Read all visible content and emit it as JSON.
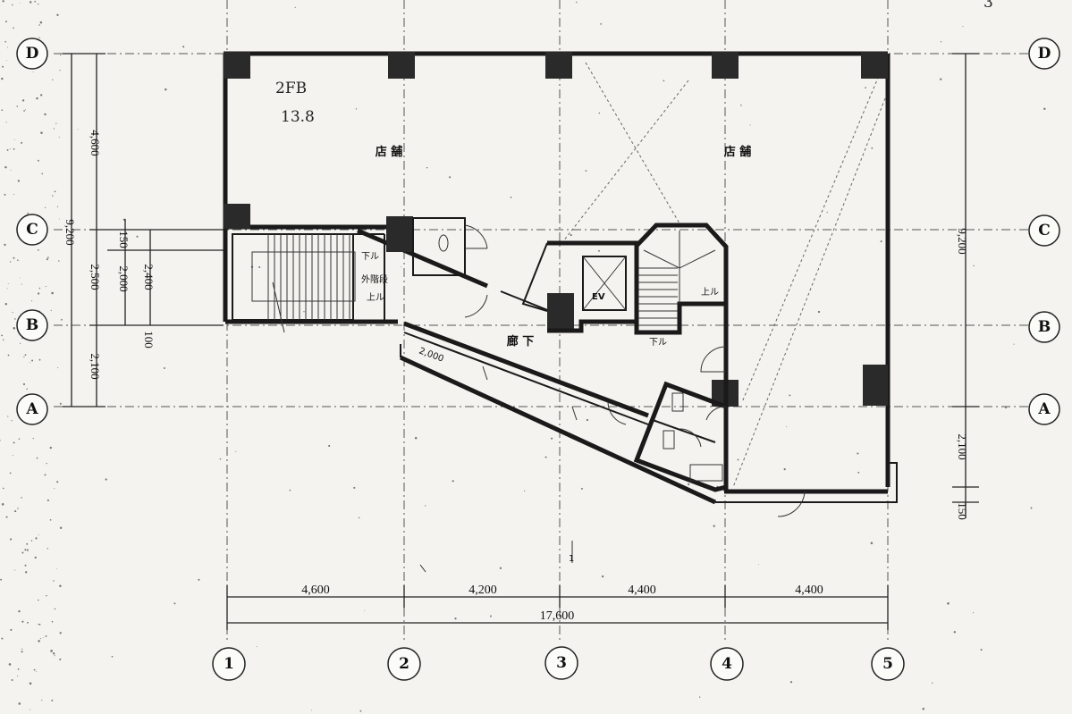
{
  "grid_rows": [
    "D",
    "C",
    "B",
    "A"
  ],
  "grid_cols": [
    "1",
    "2",
    "3",
    "4",
    "5"
  ],
  "dimensions_bottom": [
    "4,600",
    "4,200",
    "4,400",
    "4,400"
  ],
  "dimension_total": "17,600",
  "dimensions_left": [
    "4,600",
    "2,500",
    "2,100"
  ],
  "dimensions_left_inner": [
    "2,000",
    "150",
    "2,400",
    "100"
  ],
  "dimensions_right": [
    "9,200",
    "2,100",
    "150"
  ],
  "dimension_corridor": "2,000",
  "rooms": {
    "shop_left": "店 舗",
    "shop_right": "店 舗",
    "corridor": "廊 下",
    "outer_stair": "外階段",
    "elevator": "EV",
    "stair_down_1": "下ル",
    "stair_up": "上ル",
    "stair_down_2": "下ル",
    "stair_up_2": "上ル"
  },
  "annotation": {
    "floor": "2FB",
    "area": "13.8"
  },
  "corner_mark": "3",
  "stair_arrow_letter": "1"
}
